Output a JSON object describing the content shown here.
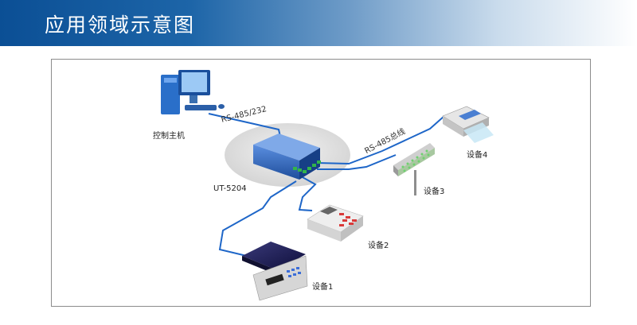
{
  "banner": {
    "title": "应用领域示意图"
  },
  "labels": {
    "host": "控制主机",
    "converter": "UT-5204",
    "bus_top": "RS-485/232",
    "bus_mid": "RS-485总线",
    "device1": "设备1",
    "device2": "设备2",
    "device3": "设备3",
    "device4": "设备4"
  },
  "colors": {
    "banner_start": "#0b4f95",
    "wire": "#1e66c8",
    "converter": "#2e63b8"
  },
  "icons": [
    "computer-icon",
    "converter-module-icon",
    "scale-icon",
    "pos-terminal-icon",
    "display-board-icon",
    "fax-machine-icon"
  ]
}
